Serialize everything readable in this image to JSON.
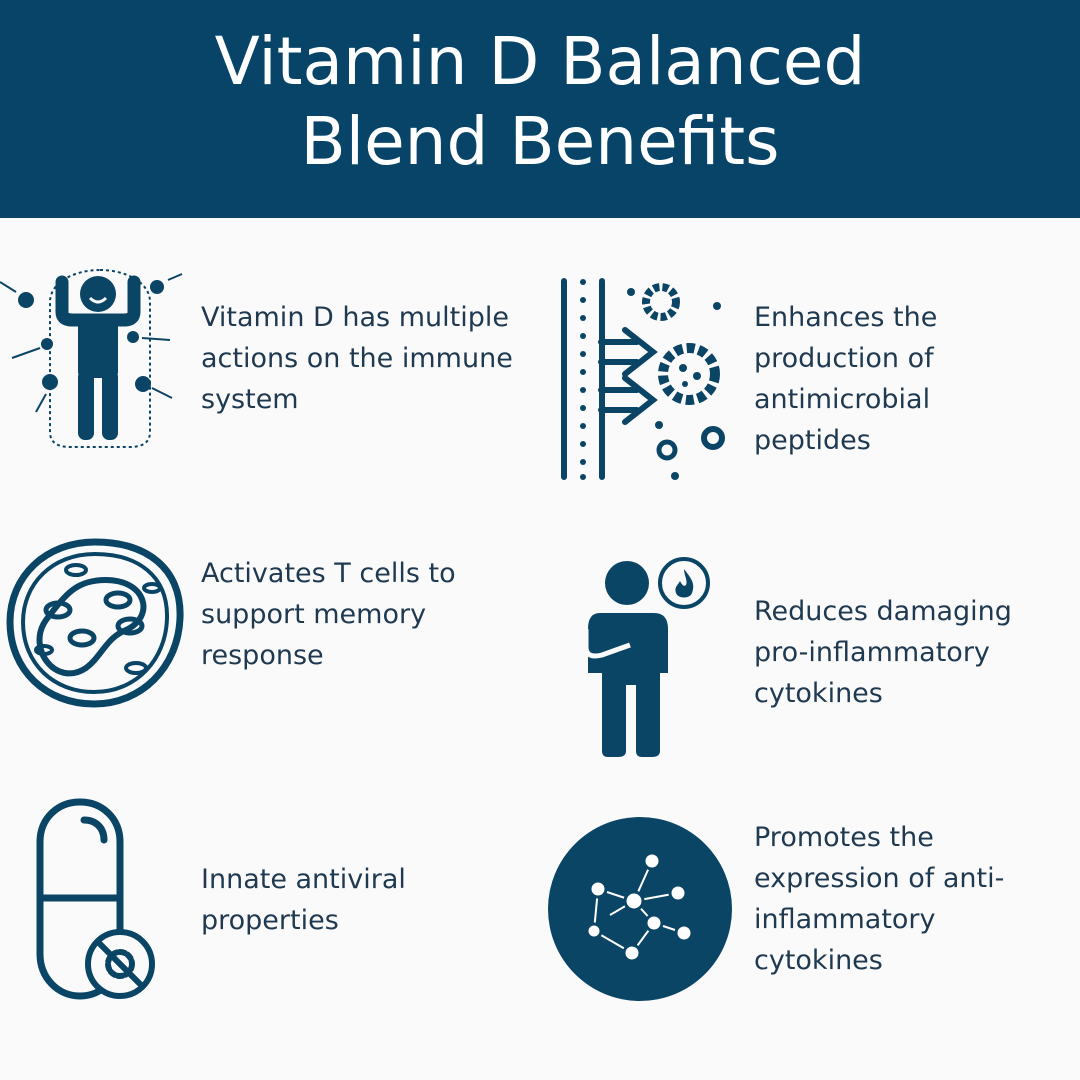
{
  "header": {
    "title_line1": "Vitamin D Balanced",
    "title_line2": "Blend Benefits",
    "background_color": "#074468"
  },
  "benefits": [
    {
      "icon": "immune-person-icon",
      "text": "Vitamin D has multiple actions on the immune system"
    },
    {
      "icon": "antimicrobial-barrier-icon",
      "text": "Enhances the production of antimicrobial peptides"
    },
    {
      "icon": "t-cell-icon",
      "text": "Activates T cells to support memory response"
    },
    {
      "icon": "inflammation-person-icon",
      "text": "Reduces damaging pro-inflammatory cytokines"
    },
    {
      "icon": "antiviral-capsule-icon",
      "text": "Innate antiviral properties"
    },
    {
      "icon": "molecule-network-icon",
      "text": "Promotes the expression of anti-inflammatory cytokines"
    }
  ],
  "colors": {
    "icon": "#0b4566",
    "text": "#1f3950",
    "background": "#fbfafb"
  }
}
